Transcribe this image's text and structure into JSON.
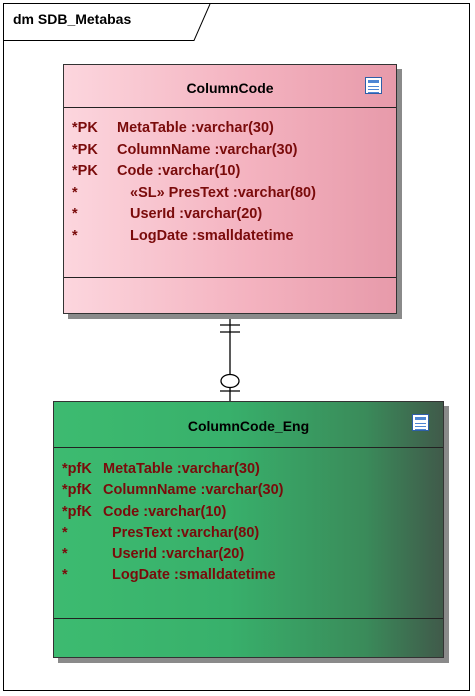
{
  "diagram": {
    "title": "dm SDB_Metabas"
  },
  "entities": [
    {
      "title": "ColumnCode",
      "icon": "table-icon",
      "attributes": [
        {
          "key": "*PK",
          "name": "MetaTable",
          "type": ":varchar(30)"
        },
        {
          "key": "*PK",
          "name": "ColumnName",
          "type": ":varchar(30)"
        },
        {
          "key": "*PK",
          "name": "Code",
          "type": ":varchar(10)"
        },
        {
          "key": "*",
          "name": "«SL» PresText",
          "type": ":varchar(80)"
        },
        {
          "key": "*",
          "name": "UserId",
          "type": ":varchar(20)"
        },
        {
          "key": "*",
          "name": "LogDate",
          "type": ":smalldatetime"
        }
      ]
    },
    {
      "title": "ColumnCode_Eng",
      "icon": "table-icon",
      "attributes": [
        {
          "key": "*pfK",
          "name": "MetaTable",
          "type": ":varchar(30)"
        },
        {
          "key": "*pfK",
          "name": "ColumnName",
          "type": ":varchar(30)"
        },
        {
          "key": "*pfK",
          "name": "Code",
          "type": ":varchar(10)"
        },
        {
          "key": "*",
          "name": "PresText",
          "type": ":varchar(80)"
        },
        {
          "key": "*",
          "name": "UserId",
          "type": ":varchar(20)"
        },
        {
          "key": "*",
          "name": "LogDate",
          "type": ":smalldatetime"
        }
      ]
    }
  ],
  "relationship": {
    "from_cardinality": "exactly-one",
    "to_cardinality": "zero-or-one"
  }
}
